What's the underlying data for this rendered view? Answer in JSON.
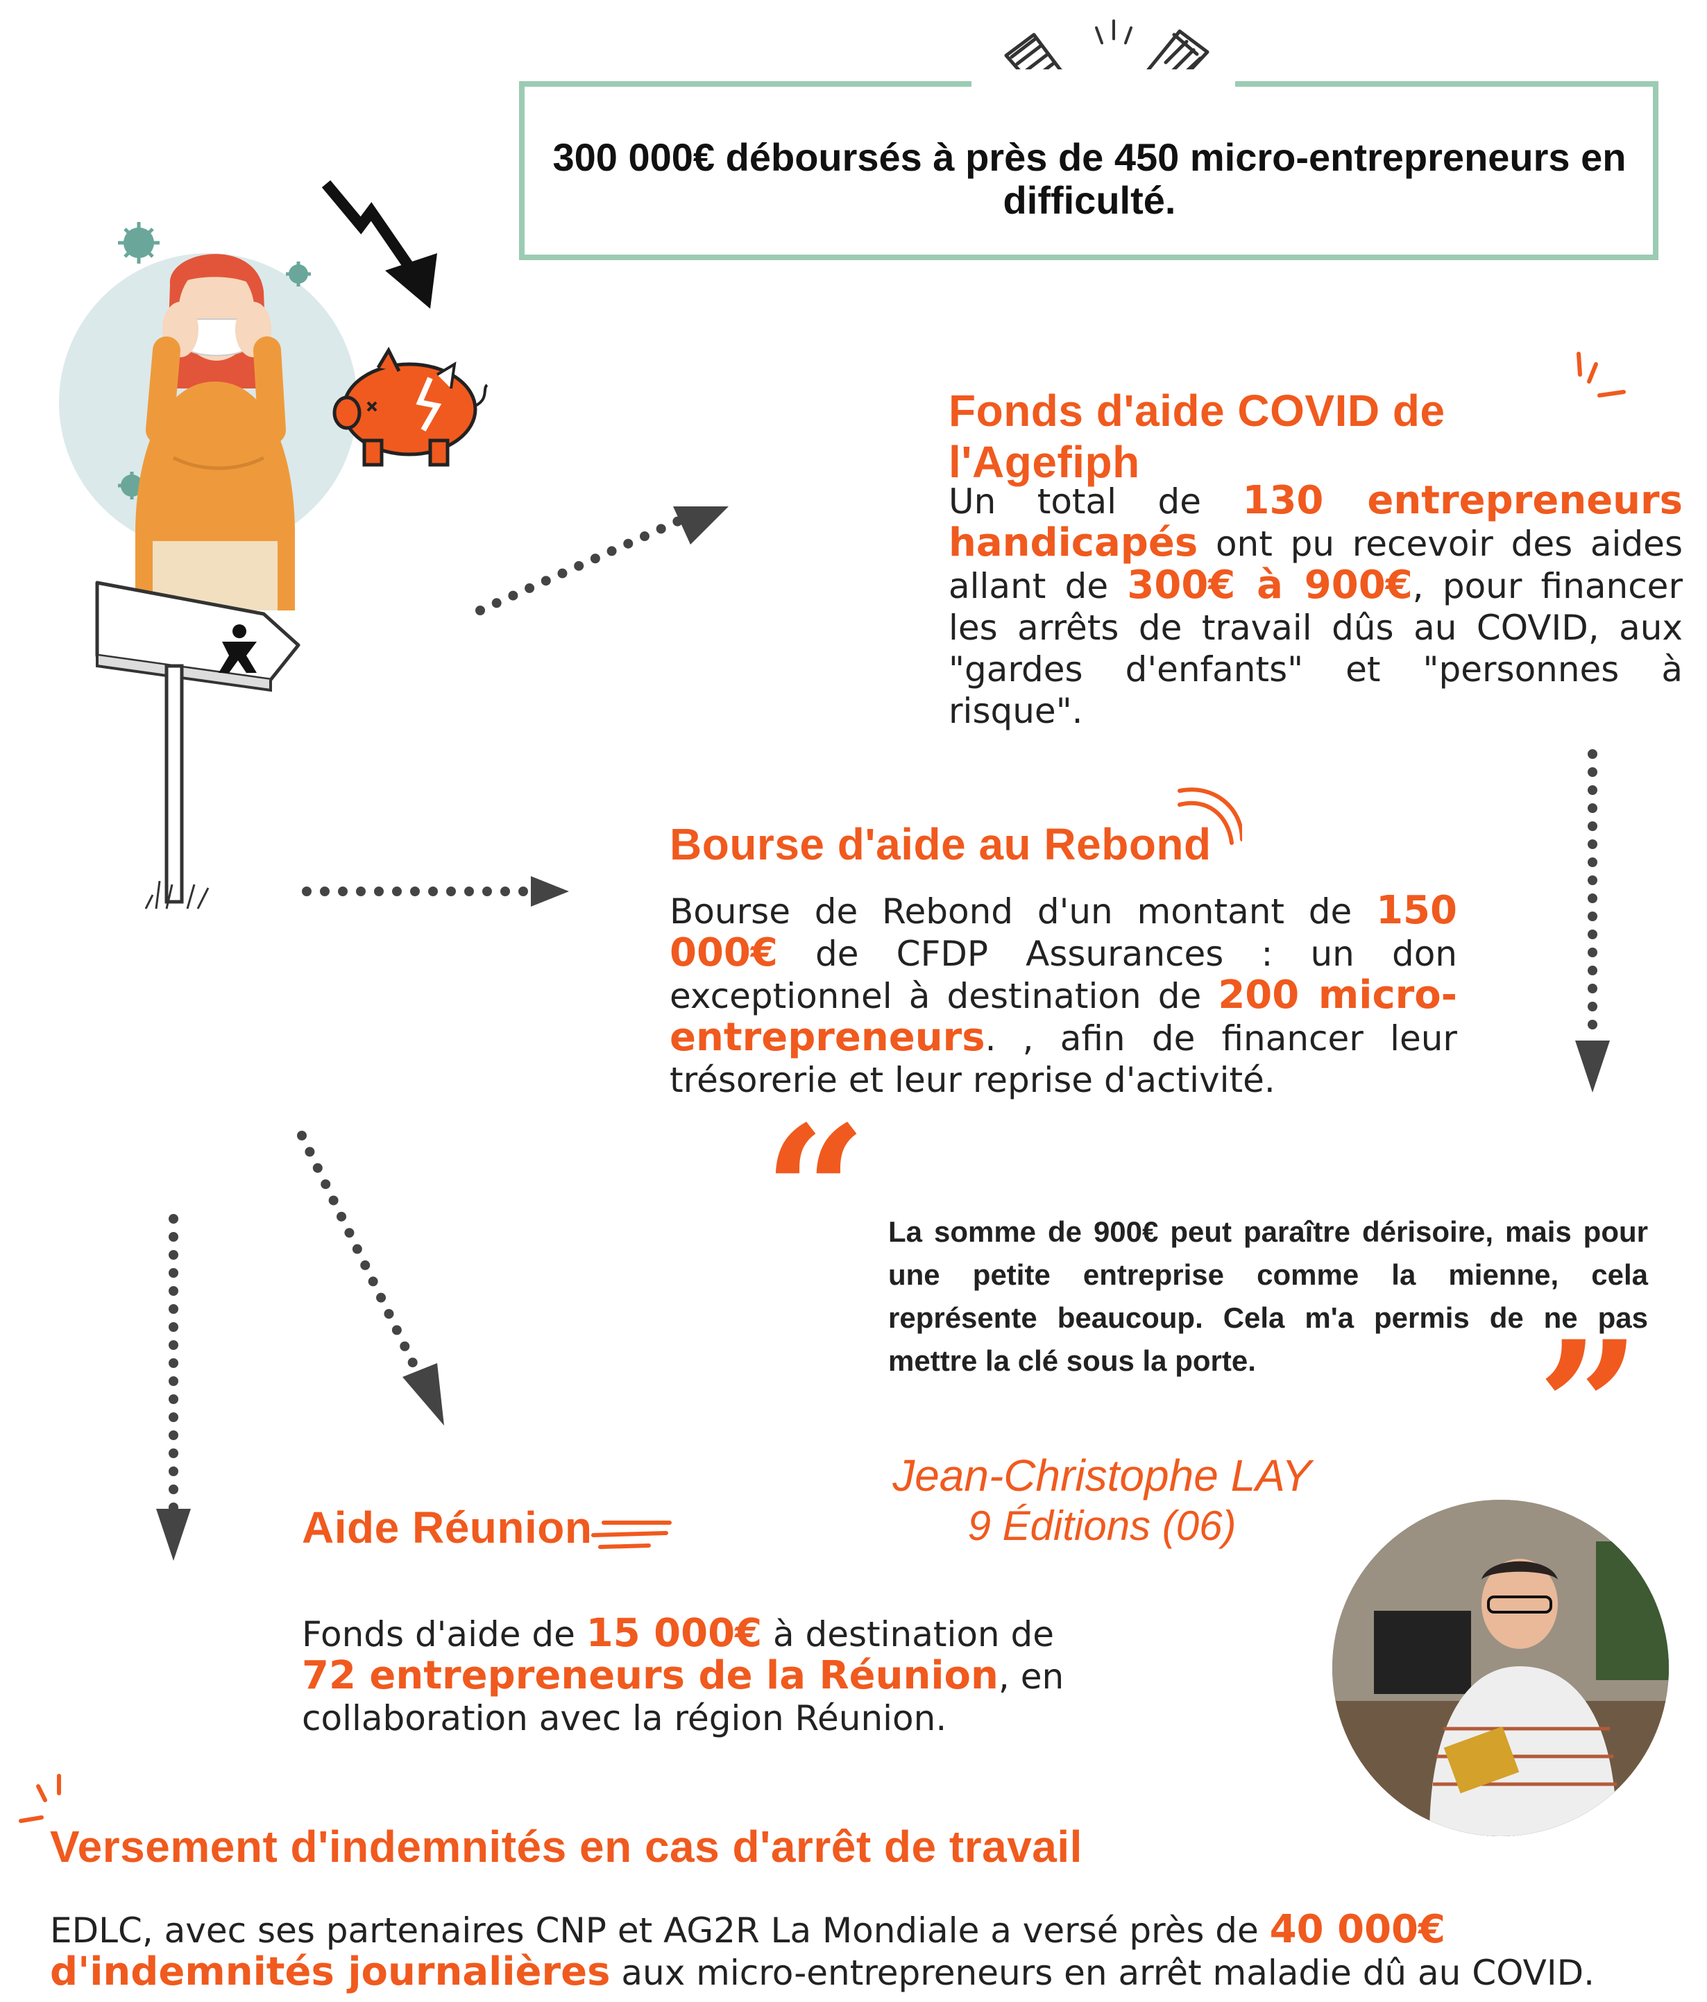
{
  "summary": {
    "text": "300 000€ déboursés à près de 450 micro-entrepreneurs en difficulté."
  },
  "agefiph": {
    "title": "Fonds d'aide COVID de l'Agefiph",
    "body_1": "Un total de ",
    "hl_1": "130 entrepreneurs handicapés",
    "body_2": " ont pu recevoir des aides allant de ",
    "hl_2": "300€ à 900€",
    "body_3": ", pour financer les arrêts de travail dûs au COVID, aux \"gardes d'enfants\" et \"personnes à risque\"."
  },
  "rebond": {
    "title": "Bourse d'aide au Rebond",
    "body_1": "Bourse de Rebond d'un montant de ",
    "hl_1": "150 000€",
    "body_2": " de CFDP Assurances : un don exceptionnel à destination de ",
    "hl_2": "200 micro-entrepreneurs",
    "body_3": ". , afin de financer leur trésorerie et leur reprise d'activité."
  },
  "quote": {
    "text": "La somme de 900€ peut paraître dérisoire, mais pour une petite entreprise comme la mienne, cela représente beaucoup. Cela m'a permis de ne pas mettre la clé sous la porte.",
    "author": "Jean-Christophe LAY",
    "organization": "9 Éditions (06)"
  },
  "reunion": {
    "title": "Aide Réunion",
    "body_1": "Fonds d'aide de ",
    "hl_1": "15 000€",
    "body_2": " à destination de ",
    "hl_2": "72 entrepreneurs de la Réunion",
    "body_3": ", en collaboration avec la région Réunion."
  },
  "indemnites": {
    "title": "Versement d'indemnités en cas d'arrêt de travail",
    "body_1": "EDLC, avec ses partenaires CNP et AG2R La Mondiale a versé près de ",
    "hl_1": "40 000€ d'indemnités journalières",
    "body_2": " aux micro-entrepreneurs en arrêt maladie dû au COVID."
  },
  "colors": {
    "accent": "#f05a1e",
    "box_border": "#9ccbb3",
    "arrow": "#444444"
  },
  "icons": [
    "handshake-icon",
    "woman-mask-illustration",
    "broken-piggy-bank-icon",
    "signpost-icon",
    "lightning-arrow-icon",
    "quote-open-icon",
    "quote-close-icon"
  ]
}
